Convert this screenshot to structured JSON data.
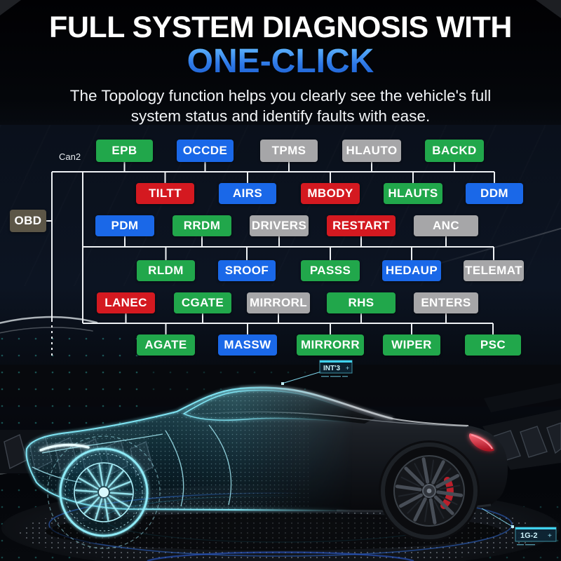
{
  "header": {
    "title_line1": "FULL SYSTEM DIAGNOSIS WITH",
    "title_line2": "ONE-CLICK",
    "subtitle_line1": "The Topology function helps you clearly see the vehicle's full",
    "subtitle_line2": "system status and identify faults with ease.",
    "accent_color": "#2f7ae8"
  },
  "topology": {
    "bus_label": "Can2",
    "root": {
      "label": "OBD",
      "color": "#5c5647"
    },
    "status_colors": {
      "green": "#21a74b",
      "blue": "#1a68e8",
      "gray": "#a6a6a8",
      "red": "#d41920"
    },
    "line_color": "#eef1f4",
    "rows": [
      {
        "nodes": [
          {
            "label": "EPB",
            "color": "green"
          },
          {
            "label": "OCCDE",
            "color": "blue"
          },
          {
            "label": "TPMS",
            "color": "gray"
          },
          {
            "label": "HLAUTO",
            "color": "gray"
          },
          {
            "label": "BACKD",
            "color": "green"
          }
        ]
      },
      {
        "nodes": [
          {
            "label": "TILTT",
            "color": "red"
          },
          {
            "label": "AIRS",
            "color": "blue"
          },
          {
            "label": "MBODY",
            "color": "red"
          },
          {
            "label": "HLAUTS",
            "color": "green"
          },
          {
            "label": "DDM",
            "color": "blue"
          }
        ]
      },
      {
        "nodes": [
          {
            "label": "PDM",
            "color": "blue"
          },
          {
            "label": "RRDM",
            "color": "green"
          },
          {
            "label": "DRIVERS",
            "color": "gray"
          },
          {
            "label": "RESTART",
            "color": "red"
          },
          {
            "label": "ANC",
            "color": "gray"
          }
        ]
      },
      {
        "nodes": [
          {
            "label": "RLDM",
            "color": "green"
          },
          {
            "label": "SROOF",
            "color": "blue"
          },
          {
            "label": "PASSS",
            "color": "green"
          },
          {
            "label": "HEDAUP",
            "color": "blue"
          },
          {
            "label": "TELEMAT",
            "color": "gray"
          }
        ]
      },
      {
        "nodes": [
          {
            "label": "LANEC",
            "color": "red"
          },
          {
            "label": "CGATE",
            "color": "green"
          },
          {
            "label": "MIRRORL",
            "color": "gray"
          },
          {
            "label": "RHS",
            "color": "green"
          },
          {
            "label": "ENTERS",
            "color": "gray"
          }
        ]
      },
      {
        "nodes": [
          {
            "label": "AGATE",
            "color": "green"
          },
          {
            "label": "MASSW",
            "color": "blue"
          },
          {
            "label": "MIRRORR",
            "color": "green"
          },
          {
            "label": "WIPER",
            "color": "green"
          },
          {
            "label": "PSC",
            "color": "green"
          }
        ]
      }
    ]
  },
  "scene": {
    "hud_color": "#3fd2ee",
    "callout_top": {
      "label": "INT'3",
      "action": "+"
    },
    "callout_bottom": {
      "label": "1G-2",
      "action": "+"
    }
  }
}
